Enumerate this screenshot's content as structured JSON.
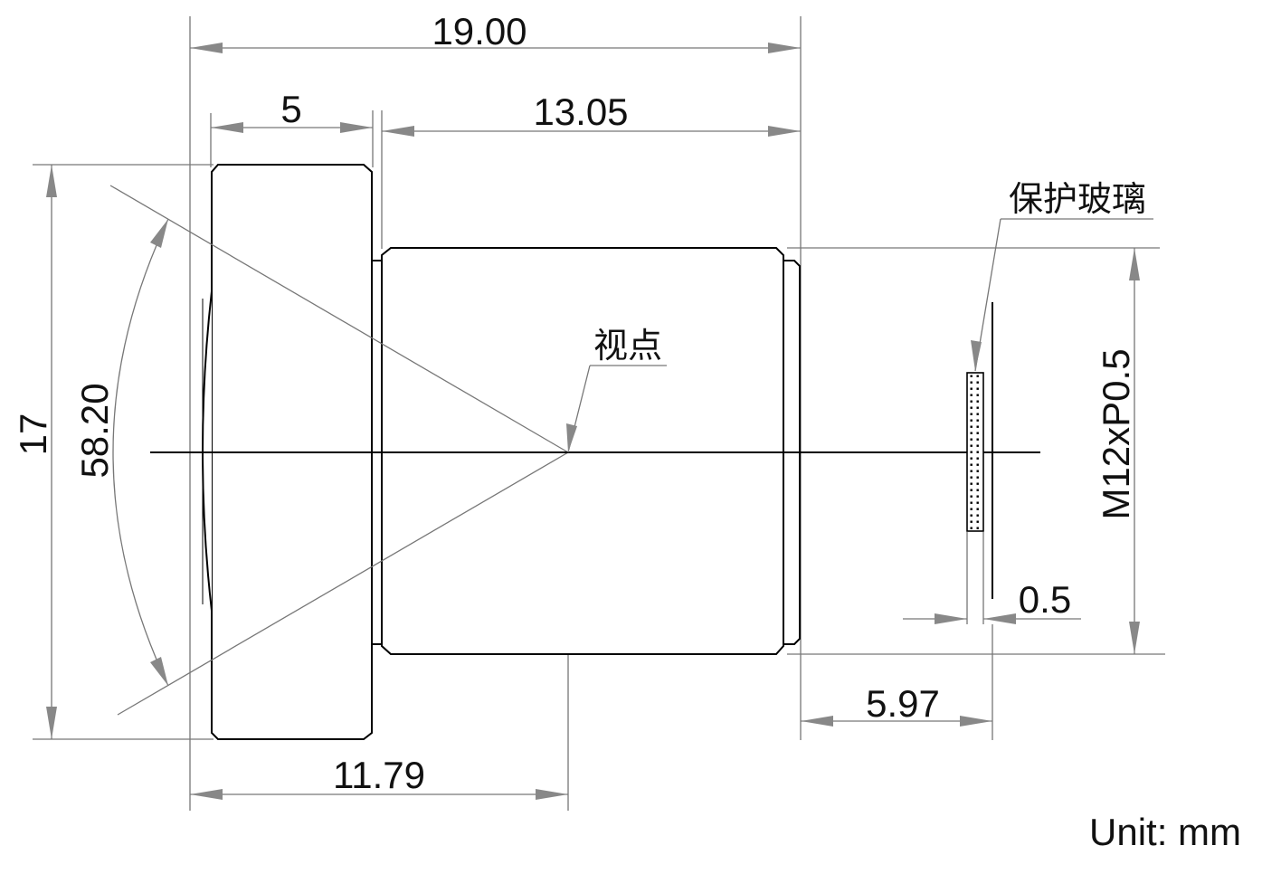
{
  "dimensions": {
    "total_length": "19.00",
    "front_length": "5",
    "rear_length": "13.05",
    "viewpoint_distance": "11.79",
    "back_focal": "5.97",
    "glass_thickness": "0.5",
    "front_diameter": "17",
    "fov_angle": "58.20",
    "thread": "M12xP0.5"
  },
  "labels": {
    "viewpoint": "视点",
    "protective_glass": "保护玻璃",
    "unit": "Unit: mm"
  },
  "colors": {
    "outline": "#000000",
    "dimension_line": "#777777",
    "arrowhead": "#888888"
  }
}
